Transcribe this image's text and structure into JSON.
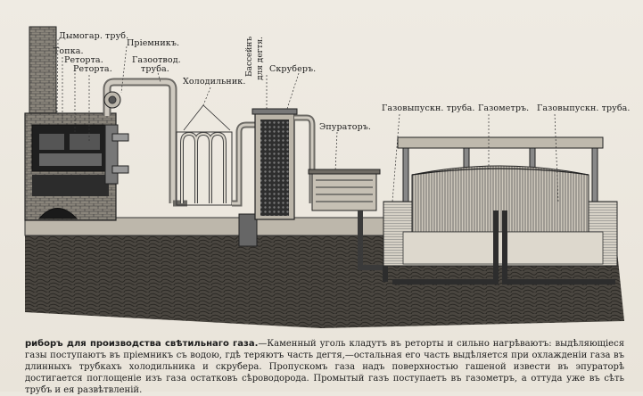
{
  "figure": {
    "labels": {
      "chimney": "Дымогар. труб.",
      "firebox": "Топка.",
      "retort_1": "Реторта.",
      "retort_2": "Реторта.",
      "receiver": "Пріемникъ.",
      "gas_pipe_line1": "Газоотвод.",
      "gas_pipe_line2": "труба.",
      "condenser": "Холодильник.",
      "tar_basin_line1": "Бассейнъ",
      "tar_basin_line2": "для дегтя.",
      "scrubber": "Скруберъ.",
      "purifier": "Эпураторъ.",
      "outlet_pipe_left": "Газовыпускн. труба.",
      "gasometer": "Газометръ.",
      "outlet_pipe_right": "Газовыпускн. труба."
    }
  },
  "caption": {
    "title": "риборъ для производства свѣтильнаго газа.",
    "text": "—Каменный уголь кладутъ въ реторты и сильно нагрѣваютъ: выдѣляющіеся газы поступаютъ въ пріемникъ съ водою, гдѣ теряютъ часть дегтя,—остальная его часть выдѣляется при охлажденіи газа въ длинныхъ трубкахъ холодильника и скрубера. Пропускомъ газа надъ поверхностью гашеной извести въ эпураторѣ достигается поглощеніе изъ газа остатковъ сѣроводорода. Промытый газъ поступаетъ въ газометръ, а оттуда уже въ сѣть трубъ и ея развѣтвленій."
  }
}
